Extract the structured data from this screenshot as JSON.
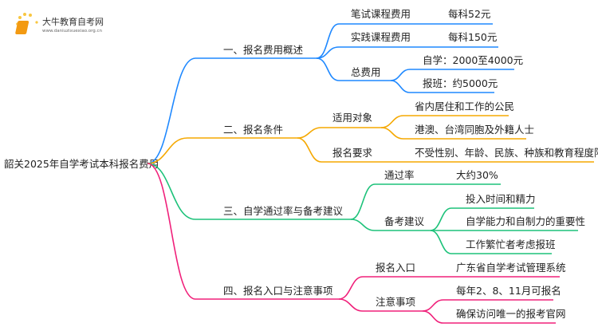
{
  "logo": {
    "title": "大牛教育自考网",
    "url": "www.daniuzixuexiao.org.cn"
  },
  "root": "韶关2025年自学考试本科报名费用",
  "colors": {
    "b1": "#1e88ff",
    "b2": "#f5a800",
    "b3": "#1dc27a",
    "b4": "#f0207a"
  },
  "branches": [
    {
      "label": "一、报名费用概述",
      "children": [
        {
          "label": "笔试课程费用",
          "value": "每科52元"
        },
        {
          "label": "实践课程费用",
          "value": "每科150元"
        },
        {
          "label": "总费用",
          "items": [
            "自学：2000至4000元",
            "报班：约5000元"
          ]
        }
      ]
    },
    {
      "label": "二、报名条件",
      "children": [
        {
          "label": "适用对象",
          "items": [
            "省内居住和工作的公民",
            "港澳、台湾同胞及外籍人士"
          ]
        },
        {
          "label": "报名要求",
          "value": "不受性别、年龄、民族、种族和教育程度限制"
        }
      ]
    },
    {
      "label": "三、自学通过率与备考建议",
      "children": [
        {
          "label": "通过率",
          "value": "大约30%"
        },
        {
          "label": "备考建议",
          "items": [
            "投入时间和精力",
            "自学能力和自制力的重要性",
            "工作繁忙者考虑报班"
          ]
        }
      ]
    },
    {
      "label": "四、报名入口与注意事项",
      "children": [
        {
          "label": "报名入口",
          "value": "广东省自学考试管理系统"
        },
        {
          "label": "注意事项",
          "items": [
            "每年2、8、11月可报名",
            "确保访问唯一的报考官网"
          ]
        }
      ]
    }
  ]
}
